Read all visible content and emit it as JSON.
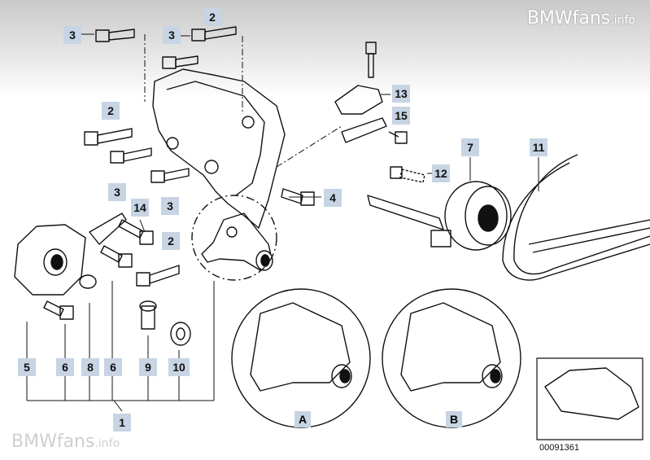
{
  "watermark": {
    "brand": "BMWfans",
    "suffix": ".info"
  },
  "callouts": {
    "c3a": "3",
    "c2a": "2",
    "c3b": "3",
    "c2b": "2",
    "c3c": "3",
    "c3d": "3",
    "c14": "14",
    "c2c": "2",
    "c4": "4",
    "c13": "13",
    "c15": "15",
    "c12": "12",
    "c7": "7",
    "c11": "11",
    "c5": "5",
    "c6a": "6",
    "c8": "8",
    "c6b": "6",
    "c9": "9",
    "c10": "10",
    "c1": "1"
  },
  "detail_views": {
    "a": "A",
    "b": "B"
  },
  "part_number": "00091361"
}
